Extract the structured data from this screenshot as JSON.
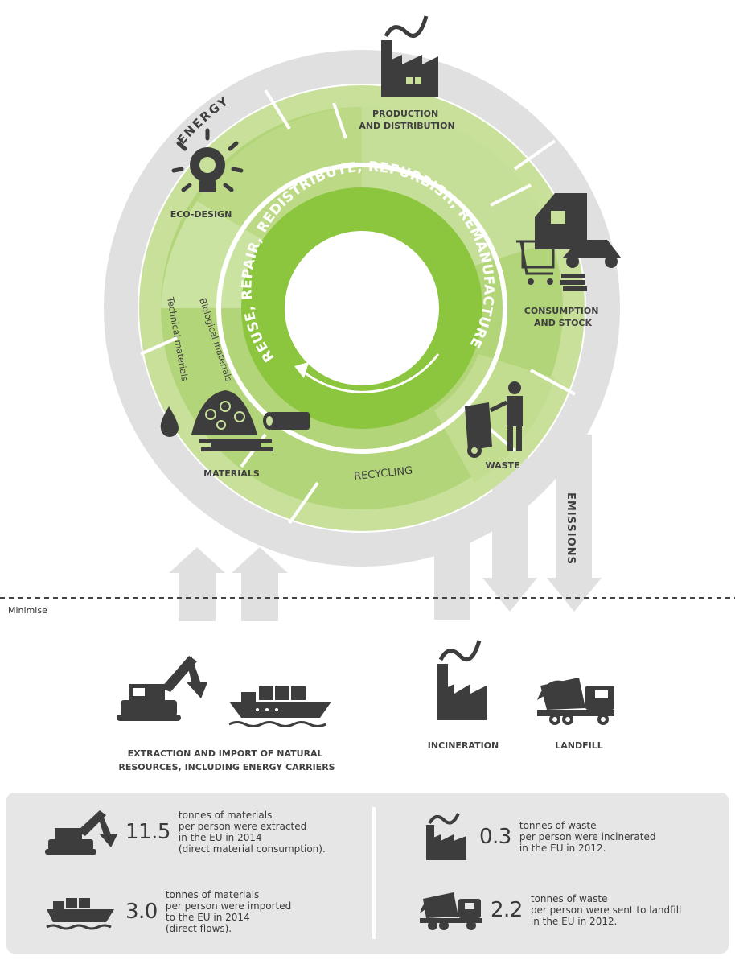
{
  "diagram": {
    "outer_ring_label": "ENERGY",
    "inner_ring_label": "REUSE, REPAIR, REDISTRIBUTE, REFURBISH, REMANUFACTURE",
    "emissions_label": "EMISSIONS",
    "stages": {
      "production_line1": "PRODUCTION",
      "production_line2": "AND DISTRIBUTION",
      "consumption_line1": "CONSUMPTION",
      "consumption_line2": "AND STOCK",
      "waste": "WASTE",
      "recycling": "RECYCLING",
      "materials": "MATERIALS",
      "eco_design": "ECO-DESIGN",
      "technical_materials": "Technical materials",
      "biological_materials": "Biological materials"
    },
    "minimise_label": "Minimise",
    "extraction_line1": "EXTRACTION AND IMPORT OF NATURAL",
    "extraction_line2": "RESOURCES, INCLUDING ENERGY CARRIERS",
    "incineration": "INCINERATION",
    "landfill": "LANDFILL",
    "colors": {
      "ring_green": "#a9cf6b",
      "light_green": "#c8e09a",
      "inner_green": "#8cc63f",
      "grey_band": "#e0e0e0",
      "icon_grey": "#3d3d3d"
    }
  },
  "stats": {
    "extracted": {
      "value": "11.5",
      "lines": [
        "tonnes of materials",
        "per person were extracted",
        "in the EU in 2014",
        "(direct material consumption)."
      ]
    },
    "imported": {
      "value": "3.0",
      "lines": [
        "tonnes of materials",
        "per person were imported",
        "to the EU in 2014",
        "(direct flows)."
      ]
    },
    "incinerated": {
      "value": "0.3",
      "lines": [
        "tonnes of waste",
        "per person were incinerated",
        "in the EU in 2012."
      ]
    },
    "landfilled": {
      "value": "2.2",
      "lines": [
        "tonnes of waste",
        "per person were sent to landfill",
        "in the EU in 2012."
      ]
    }
  }
}
